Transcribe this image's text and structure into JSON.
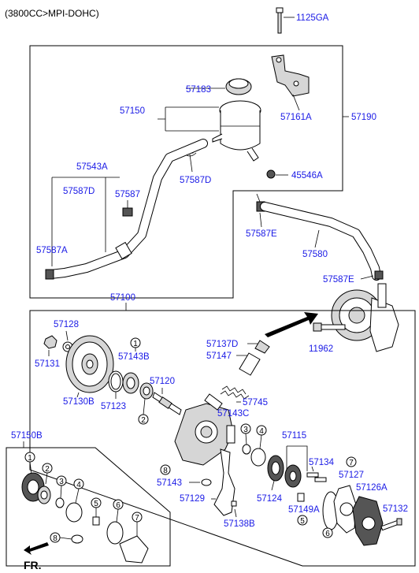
{
  "header": {
    "engine": "(3800CC>MPI-DOHC)"
  },
  "labels": {
    "p1125GA": "1125GA",
    "p57183": "57183",
    "p57150": "57150",
    "p57161A": "57161A",
    "p57190": "57190",
    "p57543A": "57543A",
    "p57587D_a": "57587D",
    "p57587": "57587",
    "p57587D_b": "57587D",
    "p45546A": "45546A",
    "p57587A": "57587A",
    "p57587E_a": "57587E",
    "p57580": "57580",
    "p57587E_b": "57587E",
    "p57100": "57100",
    "p11962": "11962",
    "p57128": "57128",
    "p57131": "57131",
    "p57143B": "57143B",
    "p57137D": "57137D",
    "p57147": "57147",
    "p57130B": "57130B",
    "p57123": "57123",
    "p57120": "57120",
    "p57745": "57745",
    "p57143C": "57143C",
    "p57115": "57115",
    "p57134": "57134",
    "p57150B": "57150B",
    "p57143": "57143",
    "p57127": "57127",
    "p57126A": "57126A",
    "p57129": "57129",
    "p57124": "57124",
    "p57149A": "57149A",
    "p57132": "57132",
    "p57138B": "57138B",
    "front": "FR."
  },
  "callouts": {
    "c1": "1",
    "c2": "2",
    "c3": "3",
    "c4": "4",
    "c5": "5",
    "c6": "6",
    "c7": "7",
    "c8": "8"
  },
  "colors": {
    "label": "#1a1ae6",
    "line": "#000000"
  }
}
